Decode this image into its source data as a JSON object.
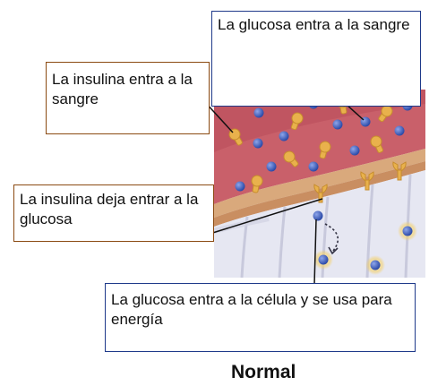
{
  "callouts": {
    "glucose_enters_blood": "La glucosa entra a la sangre",
    "insulin_enters_blood": "La insulina entra a la sangre",
    "insulin_lets_glucose_in": "La insulina deja entrar a la glucosa",
    "glucose_enters_cell": "La glucosa entra a la célula y se usa para energía"
  },
  "caption": "Normal",
  "colors": {
    "blood_vessel": "#c9606a",
    "vessel_wall": "#d9a97c",
    "cell_membrane": "#e6e7f2",
    "insulin": "#e9b14c",
    "glucose": "#3d5bb5",
    "callout_blue_border": "#1f3a8a",
    "callout_brown_border": "#8b4a12"
  }
}
